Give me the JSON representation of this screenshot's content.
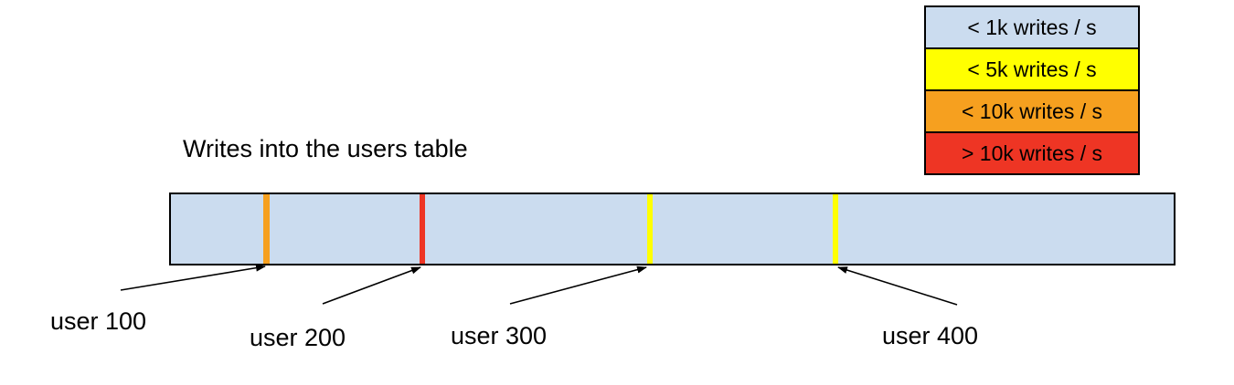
{
  "title": "Writes into the users table",
  "legend": {
    "items": [
      {
        "label": "< 1k writes / s",
        "color": "#cbdcef"
      },
      {
        "label": "< 5k writes / s",
        "color": "#ffff00"
      },
      {
        "label": "< 10k writes / s",
        "color": "#f6a01f"
      },
      {
        "label": "> 10k writes / s",
        "color": "#ee3524"
      }
    ]
  },
  "bar": {
    "fill": "#cbdcef",
    "border_color": "#000000",
    "ticks": [
      {
        "user": "user 100",
        "rate_band": "< 10k writes / s",
        "color": "#f6a01f"
      },
      {
        "user": "user 200",
        "rate_band": "> 10k writes / s",
        "color": "#ee3524"
      },
      {
        "user": "user 300",
        "rate_band": "< 5k writes / s",
        "color": "#ffff00"
      },
      {
        "user": "user 400",
        "rate_band": "< 5k writes / s",
        "color": "#ffff00"
      }
    ]
  }
}
